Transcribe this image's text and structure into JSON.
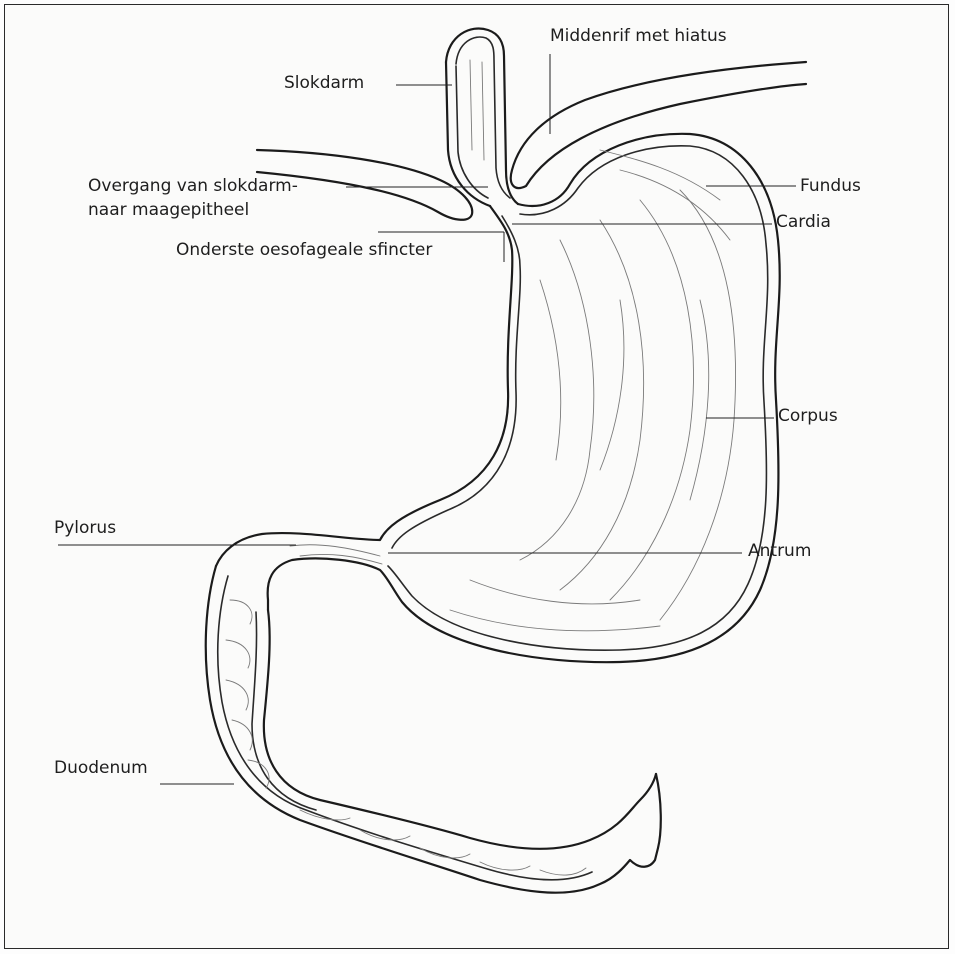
{
  "labels": {
    "slokdarm": "Slokdarm",
    "middenrif": "Middenrif met hiatus",
    "overgang_line1": "Overgang van slokdarm-",
    "overgang_line2": "naar maagepitheel",
    "sfincter": "Onderste oesofageale sfincter",
    "fundus": "Fundus",
    "cardia": "Cardia",
    "corpus": "Corpus",
    "pylorus": "Pylorus",
    "antrum": "Antrum",
    "duodenum": "Duodenum"
  },
  "colors": {
    "ink": "#1b1b1b",
    "paper": "#fbfbfa",
    "fold_lines": "#7a7a7a"
  }
}
